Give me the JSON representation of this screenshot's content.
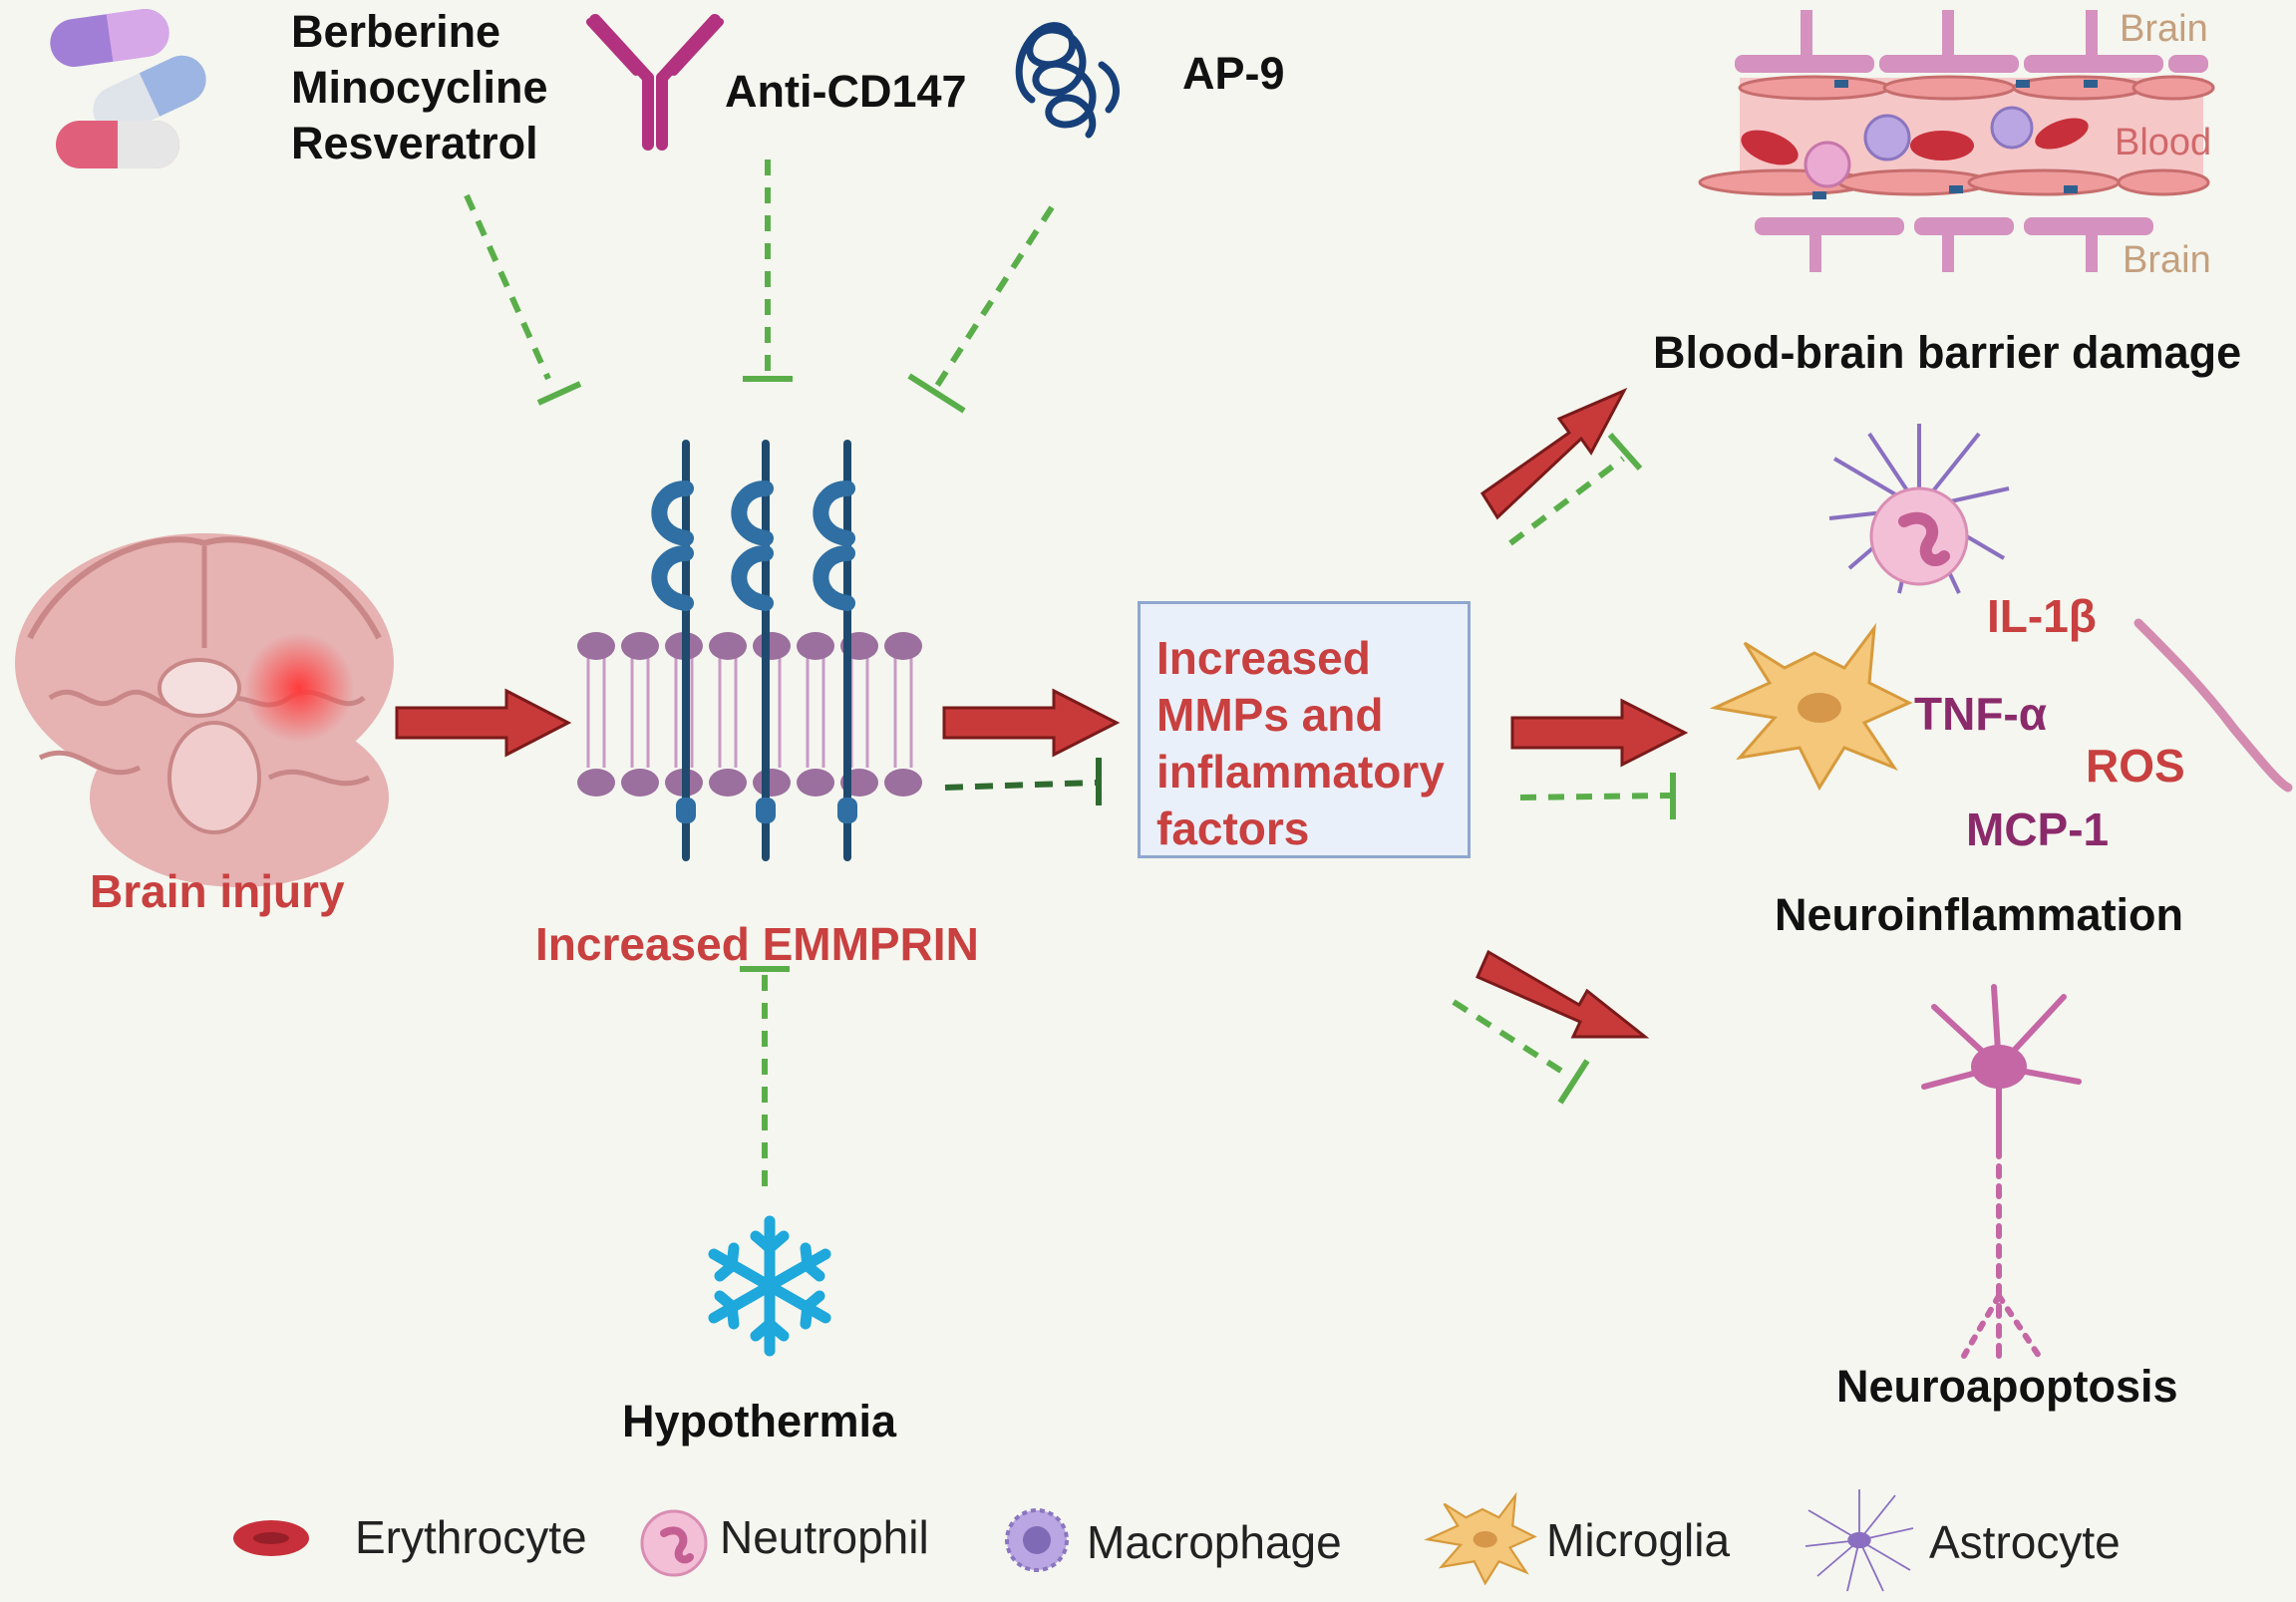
{
  "drugs": {
    "line1": "Berberine",
    "line2": "Minocycline",
    "line3": "Resveratrol"
  },
  "antibody": {
    "label": "Anti-CD147"
  },
  "peptide": {
    "label": "AP-9"
  },
  "brain_injury": {
    "label": "Brain injury"
  },
  "emmprin": {
    "label": "Increased EMMPRIN"
  },
  "mmp_box": {
    "line1": "Increased",
    "line2": "MMPs and",
    "line3": "inflammatory",
    "line4": "factors"
  },
  "hypothermia": {
    "label": "Hypothermia"
  },
  "bbb": {
    "brain_top": "Brain",
    "blood": "Blood",
    "brain_bottom": "Brain",
    "title": "Blood-brain barrier damage"
  },
  "neuroinflammation": {
    "title": "Neuroinflammation",
    "factors": [
      "IL-1β",
      "TNF-α",
      "ROS",
      "MCP-1"
    ]
  },
  "neuroapoptosis": {
    "title": "Neuroapoptosis"
  },
  "legend": [
    "Erythrocyte",
    "Neutrophil",
    "Macrophage",
    "Microglia",
    "Astrocyte"
  ],
  "colors": {
    "arrow_red": "#c83a3a",
    "inhibit_green": "#5aae4a",
    "emmprin_blue": "#2f6fa3",
    "membrane_purple": "#9b6f9e",
    "box_border": "#8fa6cf"
  }
}
